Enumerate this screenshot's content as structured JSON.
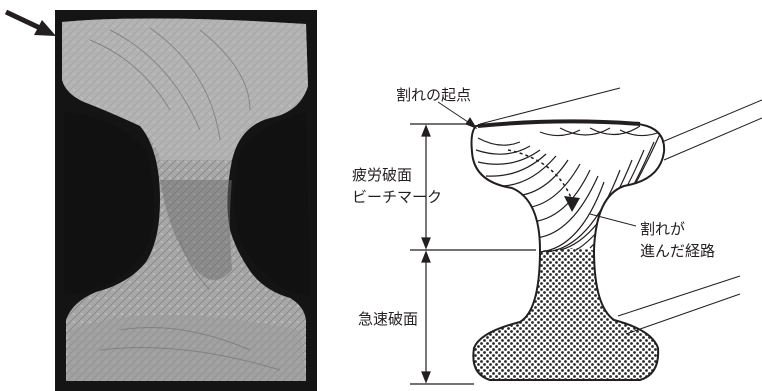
{
  "diagram": {
    "labels": {
      "crack_origin": "割れの起点",
      "fatigue_surface_line1": "疲労破面",
      "fatigue_surface_line2": "ビーチマーク",
      "crack_path_line1": "割れが",
      "crack_path_line2": "進んだ経路",
      "rapid_fracture": "急速破面"
    }
  }
}
